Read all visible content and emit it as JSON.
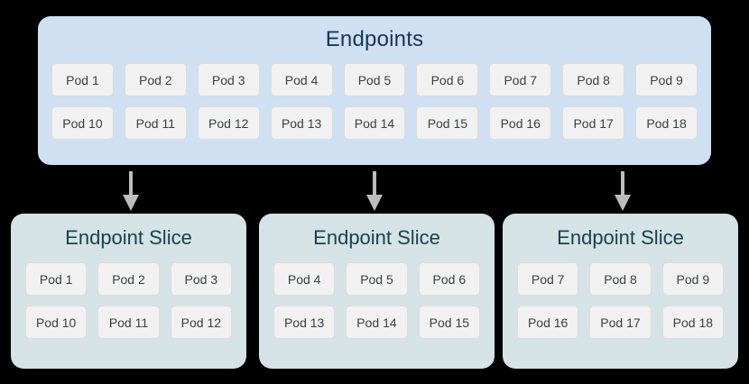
{
  "diagram": {
    "title": "Kubernetes Endpoints to EndpointSlice mapping",
    "colors": {
      "endpoints_panel_bg": "#cfe0f3",
      "endpoints_title_text": "#14365c",
      "slice_panel_bg": "#d5e2e6",
      "slice_title_text": "#18424c",
      "pod_bg": "#f1f1f1",
      "pod_border": "#dcdcdc",
      "pod_text": "#3c4043",
      "arrow": "#bdbdbd",
      "background": "#000000"
    }
  },
  "endpoints": {
    "title": "Endpoints",
    "pods": [
      "Pod 1",
      "Pod 2",
      "Pod 3",
      "Pod 4",
      "Pod 5",
      "Pod 6",
      "Pod 7",
      "Pod 8",
      "Pod 9",
      "Pod 10",
      "Pod 11",
      "Pod 12",
      "Pod 13",
      "Pod 14",
      "Pod 15",
      "Pod 16",
      "Pod 17",
      "Pod 18"
    ]
  },
  "arrows": [
    {
      "name": "arrow-to-slice-1",
      "direction": "down"
    },
    {
      "name": "arrow-to-slice-2",
      "direction": "down"
    },
    {
      "name": "arrow-to-slice-3",
      "direction": "down"
    }
  ],
  "slices": [
    {
      "title": "Endpoint Slice",
      "pods": [
        "Pod 1",
        "Pod 2",
        "Pod 3",
        "Pod 10",
        "Pod 11",
        "Pod 12"
      ]
    },
    {
      "title": "Endpoint Slice",
      "pods": [
        "Pod 4",
        "Pod 5",
        "Pod 6",
        "Pod 13",
        "Pod 14",
        "Pod 15"
      ]
    },
    {
      "title": "Endpoint Slice",
      "pods": [
        "Pod 7",
        "Pod 8",
        "Pod 9",
        "Pod 16",
        "Pod 17",
        "Pod 18"
      ]
    }
  ]
}
